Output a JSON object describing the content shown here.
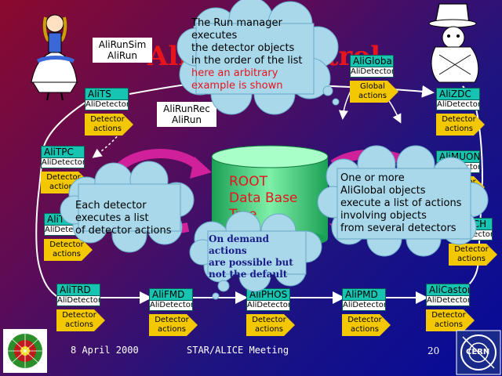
{
  "slide": {
    "title": "AliRoot Control",
    "footer_date": "8 April 2000",
    "footer_event": "STAR/ALICE Meeting",
    "page_number": "20",
    "logo_text": "CERN"
  },
  "colors": {
    "background_start": "#8a0a2e",
    "background_end": "#050a9a",
    "detector_name_bg": "#17c4b2",
    "action_arrow": "#f4c800",
    "database_fill": "#2fd06a",
    "database_text": "#e8141c",
    "note_red": "#e8141c"
  },
  "detector_sub_label": "AliDetector",
  "detector_action_label": "Detector actions",
  "global": {
    "name": "AliGlobal",
    "sub": "AliDetector",
    "action": "Global actions"
  },
  "detectors": [
    {
      "name": "AliTS"
    },
    {
      "name": "AliTPC"
    },
    {
      "name": "AliTOF"
    },
    {
      "name": "AliTRD"
    },
    {
      "name": "AliFMD"
    },
    {
      "name": "AliPHOS"
    },
    {
      "name": "AliPMD"
    },
    {
      "name": "AliCastor"
    },
    {
      "name": "AliRICH"
    },
    {
      "name": "AliMUON"
    },
    {
      "name": "AliZDC"
    }
  ],
  "run_labels": {
    "top": {
      "line1": "AliRunSim",
      "line2": "AliRun"
    },
    "middle": {
      "line1": "AliRunRec",
      "line2": "AliRun"
    }
  },
  "database": {
    "line1": "ROOT",
    "line2": "Data Base",
    "line3": "Tree"
  },
  "clouds": {
    "run_manager": {
      "lines": [
        "The Run manager",
        "executes",
        "the detector objects",
        "in the order of the list"
      ],
      "red_lines": [
        "here an arbitrary",
        "example is shown"
      ]
    },
    "each_detector": {
      "lines": [
        "Each detector",
        "executes a list",
        "of detector actions"
      ]
    },
    "aliglobal": {
      "lines": [
        "One or more",
        "AliGlobal objects",
        "execute a list of actions",
        "involving objects",
        "from several detectors"
      ]
    },
    "on_demand": {
      "lines": [
        "On demand actions",
        "are possible but",
        "not the default"
      ]
    }
  }
}
